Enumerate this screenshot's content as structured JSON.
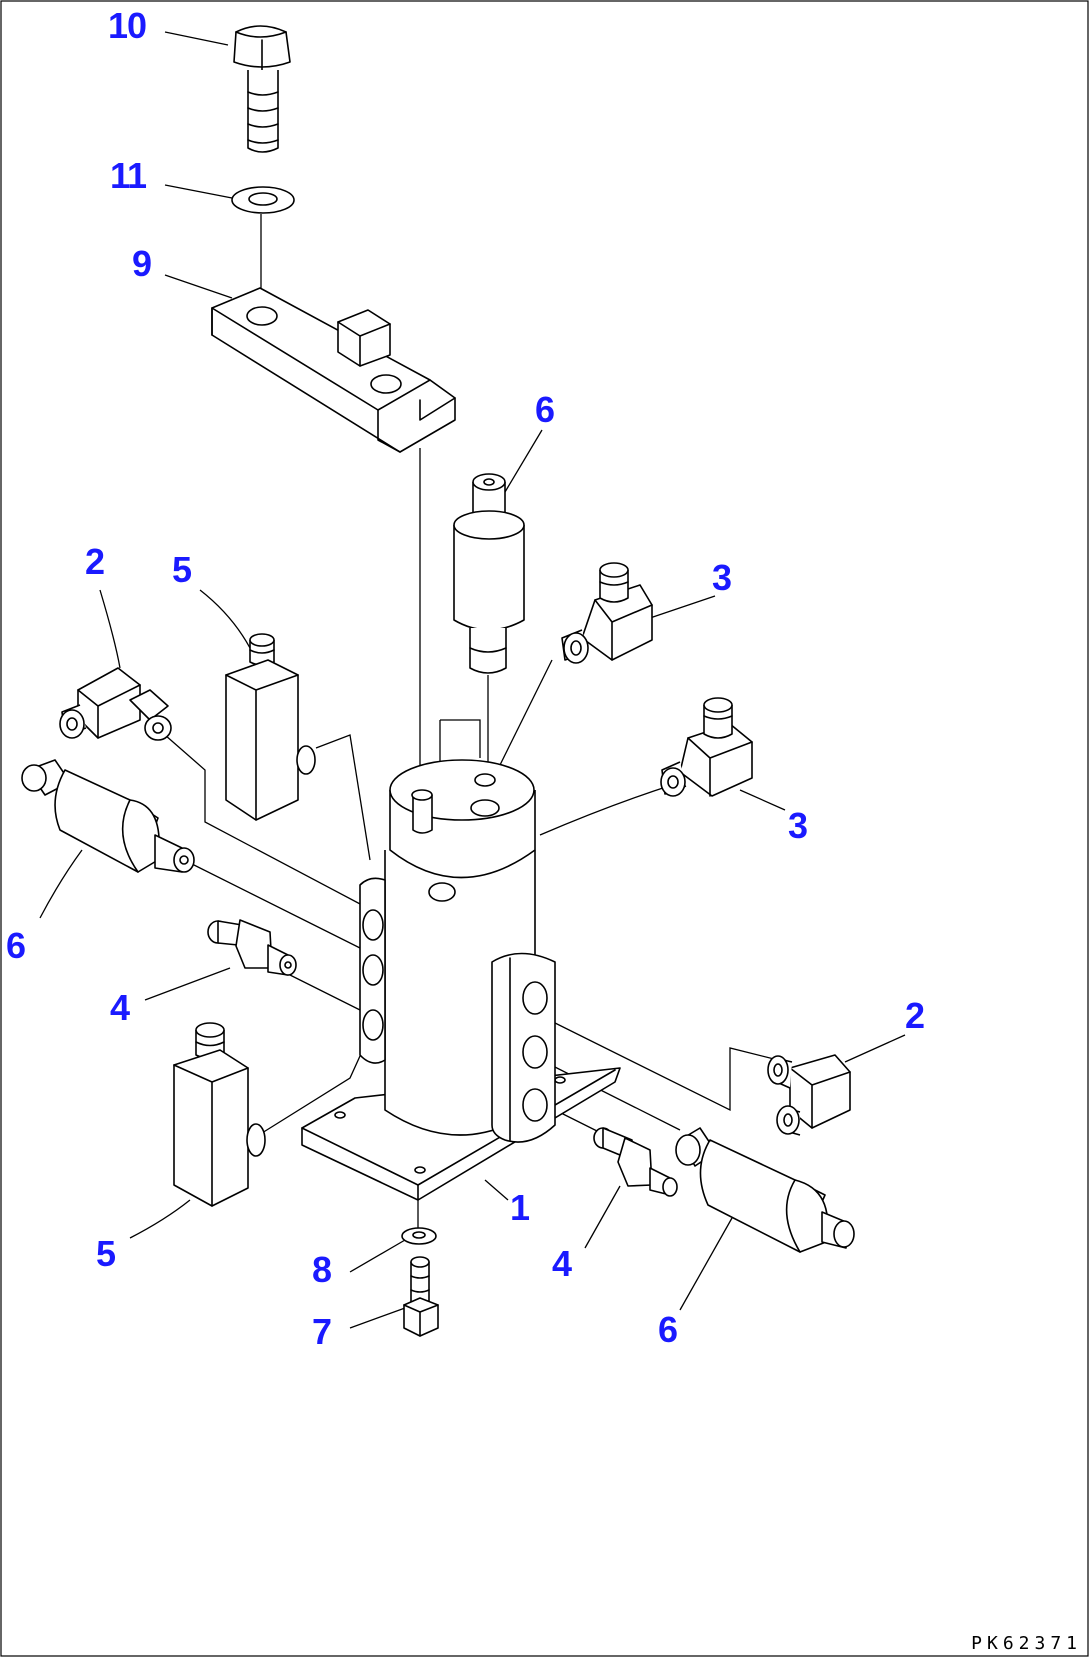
{
  "callout_color": "#1a1aff",
  "line_color": "#000000",
  "callouts": [
    "10",
    "11",
    "9",
    "6",
    "2",
    "5",
    "3",
    "3",
    "6",
    "4",
    "2",
    "5",
    "1",
    "4",
    "6",
    "8",
    "7"
  ],
  "figure_code": "PK62371"
}
